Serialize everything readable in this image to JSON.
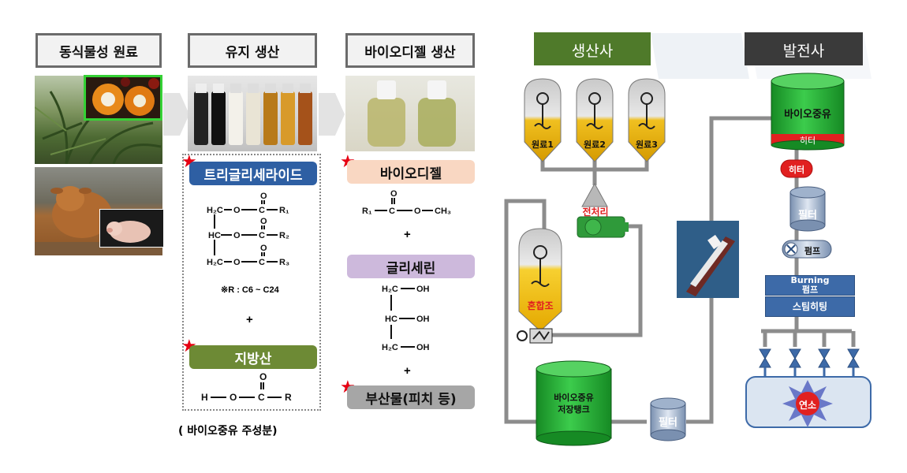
{
  "columns": {
    "raw_material": "동식물성 원료",
    "oil_production": "유지 생산",
    "biodiesel_production": "바이오디젤 생산"
  },
  "oil": {
    "triglyceride_label": "트리글리세라이드",
    "r_note": "※R : C6 ~ C24",
    "plus": "+",
    "fatty_acid_label": "지방산",
    "main_component_note": "( 바이오중유 주성분)"
  },
  "biodiesel": {
    "biodiesel_label": "바이오디젤",
    "plus1": "+",
    "glycerin_label": "글리세린",
    "plus2": "+",
    "byproduct_label": "부산물(피치 등)"
  },
  "producer": {
    "title": "생산사",
    "tank1": "원료1",
    "tank2": "원료2",
    "tank3": "원료3",
    "pretreatment": "전처리",
    "mixing_tank": "혼합조",
    "storage_tank": "바이오중유\n저장탱크",
    "filter": "필터"
  },
  "power_plant": {
    "title": "발전사",
    "tank": "바이오중유",
    "heater_band": "히터",
    "heater": "히터",
    "filter": "필터",
    "pump": "펌프",
    "burning_pump_line1": "Burning",
    "burning_pump_line2": "펌프",
    "steam_heating": "스팀히팅",
    "combustion": "연소"
  },
  "colors": {
    "producer_header": "#4f7a2a",
    "power_header": "#3a3a3a",
    "triglyceride_ribbon": "#2e5fa3",
    "fatty_acid_ribbon": "#6d8a35",
    "biodiesel_ribbon": "#f9d7c2",
    "glycerin_ribbon": "#cdb9dc",
    "byproduct_ribbon": "#a6a6a6",
    "star": "#e60012",
    "pipe": "#8c8c8c",
    "green_tank": "#1fa030"
  }
}
